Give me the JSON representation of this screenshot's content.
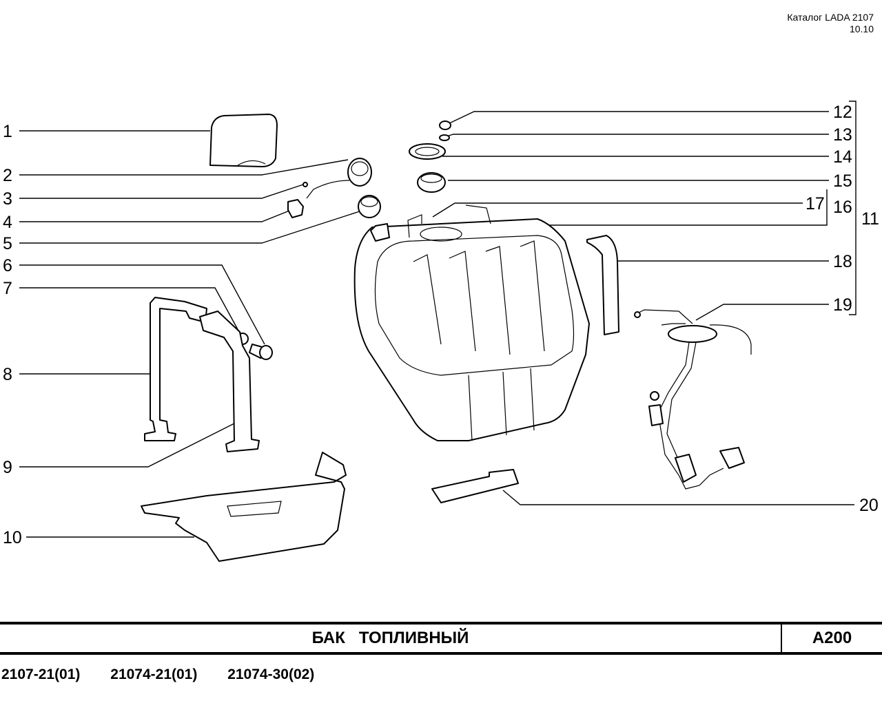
{
  "header": {
    "catalog": "Каталог LADA 2107",
    "date": "10.10"
  },
  "callouts": {
    "left": [
      "1",
      "2",
      "3",
      "4",
      "5",
      "6",
      "7",
      "8",
      "9",
      "10"
    ],
    "right": [
      "12",
      "13",
      "14",
      "15",
      "17",
      "16",
      "18",
      "19",
      "20"
    ],
    "group": "11"
  },
  "footer": {
    "title": "БАК   ТОПЛИВНЫЙ",
    "code": "A200",
    "models": [
      "2107-21(01)",
      "21074-21(01)",
      "21074-30(02)"
    ]
  }
}
